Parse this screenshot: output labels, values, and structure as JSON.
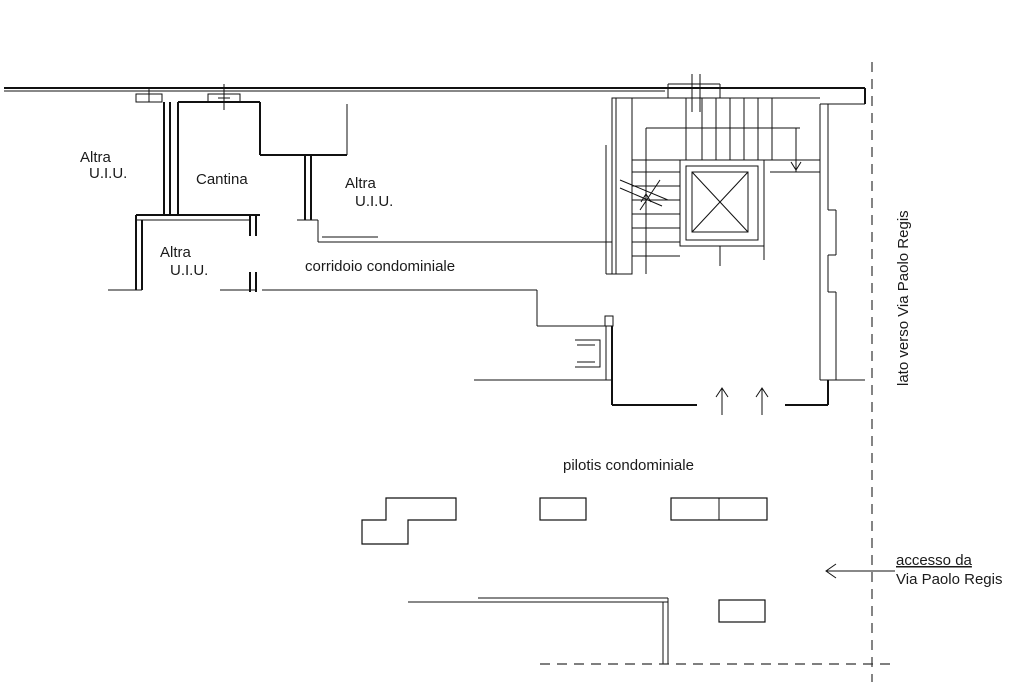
{
  "labels": {
    "altra_1": "Altra",
    "uiu_1": "U.I.U.",
    "cantina": "Cantina",
    "altra_2": "Altra",
    "uiu_2": "U.I.U.",
    "altra_3": "Altra",
    "uiu_3": "U.I.U.",
    "corridoio": "corridoio condominiale",
    "pilotis": "pilotis condominiale",
    "street_side": "lato verso Via Paolo Regis",
    "accesso_line1": "accesso da",
    "accesso_line2": "Via Paolo Regis"
  }
}
